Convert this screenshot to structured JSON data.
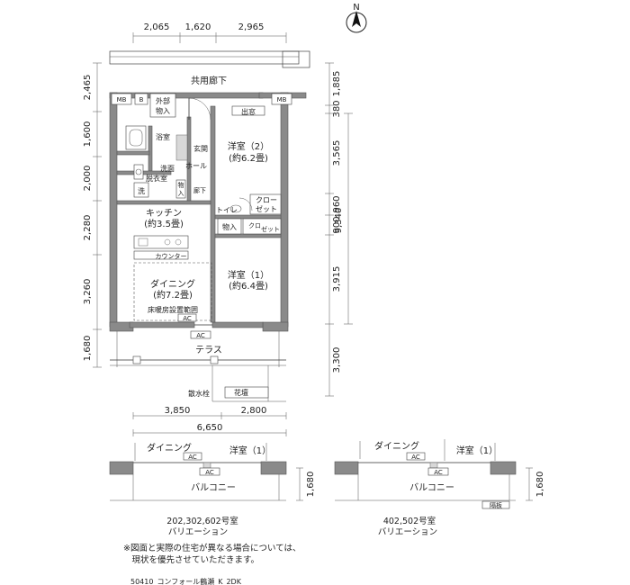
{
  "north": "N",
  "top_dims": [
    "2,065",
    "1,620",
    "2,965"
  ],
  "left_dims": [
    "2,465",
    "1,600",
    "2,000",
    "2,280",
    "3,260",
    "1,680"
  ],
  "right_dims_a": [
    "1,885",
    "380",
    "3,565",
    "960",
    "900",
    "3,915",
    "3,300"
  ],
  "right_dims_b": [
    "9,340"
  ],
  "bottom_dims": [
    "3,850",
    "2,800",
    "6,650"
  ],
  "rooms": {
    "corridor": "共用廊下",
    "mb1": "MB",
    "b": "B",
    "mb2": "MB",
    "storage_out_1": "外部",
    "storage_out_2": "物入",
    "closet_top": "出窓",
    "bath": "浴室",
    "entrance": "玄関",
    "hall": "ホール",
    "wash_1": "洗面",
    "wash_2": "脱衣室",
    "washer": "洗",
    "mono1": "物",
    "mono2": "入",
    "rouka": "廊下",
    "bed2_1": "洋室（2）",
    "bed2_2": "(約6.2畳)",
    "closet1_1": "クロー",
    "closet1_2": "ゼット",
    "toilet": "トイレ",
    "storage": "物入",
    "closet2_1": "クロ",
    "closet2_2": "ゼット",
    "kitchen_1": "キッチン",
    "kitchen_2": "(約3.5畳)",
    "counter": "カウンター",
    "dining_1": "ダイニング",
    "dining_2": "(約7.2畳)",
    "floor_heat": "床暖房設置範囲",
    "ac1": "AC",
    "ac2": "AC",
    "bed1_1": "洋室（1）",
    "bed1_2": "(約6.4畳)",
    "terrace": "テラス",
    "faucet": "散水栓",
    "planter": "花壇"
  },
  "variants": [
    {
      "dining": "ダイニング",
      "western": "洋室（1）",
      "ac_a": "AC",
      "ac_b": "AC",
      "balcony": "バルコニー",
      "dim": "1,680",
      "caption_1": "202,302,602号室",
      "caption_2": "バリエーション"
    },
    {
      "dining": "ダイニング",
      "western": "洋室（1）",
      "ac_a": "AC",
      "ac_b": "AC",
      "balcony": "バルコニー",
      "dim": "1,680",
      "extra": "隔板",
      "caption_1": "402,502号室",
      "caption_2": "バリエーション"
    }
  ],
  "notes": [
    "※図面と実際の住宅が異なる場合については、",
    "　現状を優先させていただきます。"
  ],
  "footer": "50410_コンフォール鶴瀬_K_2DK"
}
